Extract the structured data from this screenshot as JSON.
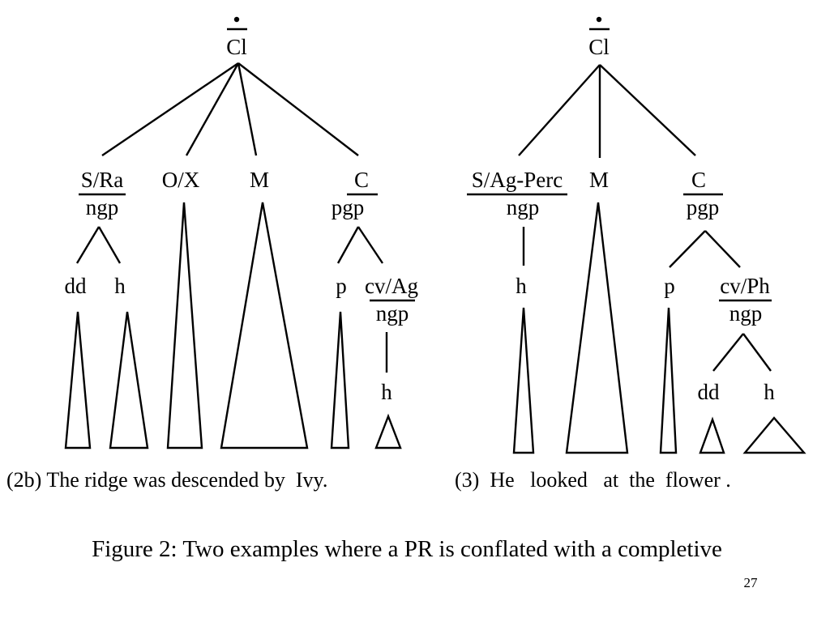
{
  "tree_2b": {
    "root": "Cl",
    "s_function": "S/Ra",
    "s_unit": "ngp",
    "o_function": "O/X",
    "m_function": "M",
    "c_function": "C",
    "c_unit": "pgp",
    "s_dd": "dd",
    "s_h": "h",
    "c_p": "p",
    "cv_function": "cv/Ag",
    "cv_unit": "ngp",
    "cv_h": "h",
    "sentence": "(2b) The ridge was descended by  Ivy."
  },
  "tree_3": {
    "root": "Cl",
    "s_function": "S/Ag-Perc",
    "s_unit": "ngp",
    "m_function": "M",
    "c_function": "C",
    "c_unit": "pgp",
    "s_h": "h",
    "c_p": "p",
    "cv_function": "cv/Ph",
    "cv_unit": "ngp",
    "cv_dd": "dd",
    "cv_h": "h",
    "sentence": "(3)  He   looked   at  the  flower ."
  },
  "caption": "Figure 2: Two examples where a PR is conflated with a completive",
  "page_number": "27"
}
